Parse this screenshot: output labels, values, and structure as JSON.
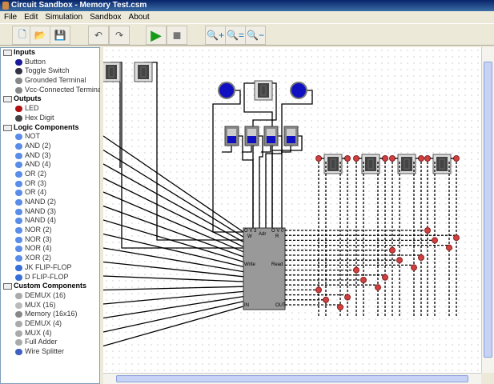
{
  "window": {
    "title": "Circuit Sandbox - Memory Test.csm"
  },
  "menu": [
    "File",
    "Edit",
    "Simulation",
    "Sandbox",
    "About"
  ],
  "toolbar": [
    {
      "name": "new-icon",
      "glyph": "🗋"
    },
    {
      "name": "open-icon",
      "glyph": "📂"
    },
    {
      "name": "save-icon",
      "glyph": "💾"
    },
    {
      "name": "undo-icon",
      "glyph": "↶"
    },
    {
      "name": "redo-icon",
      "glyph": "↷"
    },
    {
      "name": "run-icon",
      "glyph": "▶"
    },
    {
      "name": "stop-icon",
      "glyph": "■"
    },
    {
      "name": "zoom-in-icon",
      "glyph": "🔍+"
    },
    {
      "name": "zoom-reset-icon",
      "glyph": "🔍="
    },
    {
      "name": "zoom-out-icon",
      "glyph": "🔍−"
    }
  ],
  "tree": [
    {
      "type": "cat",
      "label": "Inputs"
    },
    {
      "type": "leaf",
      "label": "Button",
      "color": "#1a1a9a"
    },
    {
      "type": "leaf",
      "label": "Toggle Switch",
      "color": "#334"
    },
    {
      "type": "leaf",
      "label": "Grounded Terminal",
      "color": "#888"
    },
    {
      "type": "leaf",
      "label": "Vcc-Connected Terminal",
      "color": "#888"
    },
    {
      "type": "cat",
      "label": "Outputs"
    },
    {
      "type": "leaf",
      "label": "LED",
      "color": "#b01010"
    },
    {
      "type": "leaf",
      "label": "Hex Digit",
      "color": "#444"
    },
    {
      "type": "cat",
      "label": "Logic Components"
    },
    {
      "type": "leaf",
      "label": "NOT",
      "color": "#5b8de8"
    },
    {
      "type": "leaf",
      "label": "AND (2)",
      "color": "#5b8de8"
    },
    {
      "type": "leaf",
      "label": "AND (3)",
      "color": "#5b8de8"
    },
    {
      "type": "leaf",
      "label": "AND (4)",
      "color": "#5b8de8"
    },
    {
      "type": "leaf",
      "label": "OR (2)",
      "color": "#5b8de8"
    },
    {
      "type": "leaf",
      "label": "OR (3)",
      "color": "#5b8de8"
    },
    {
      "type": "leaf",
      "label": "OR (4)",
      "color": "#5b8de8"
    },
    {
      "type": "leaf",
      "label": "NAND (2)",
      "color": "#5b8de8"
    },
    {
      "type": "leaf",
      "label": "NAND (3)",
      "color": "#5b8de8"
    },
    {
      "type": "leaf",
      "label": "NAND (4)",
      "color": "#5b8de8"
    },
    {
      "type": "leaf",
      "label": "NOR (2)",
      "color": "#5b8de8"
    },
    {
      "type": "leaf",
      "label": "NOR (3)",
      "color": "#5b8de8"
    },
    {
      "type": "leaf",
      "label": "NOR (4)",
      "color": "#5b8de8"
    },
    {
      "type": "leaf",
      "label": "XOR (2)",
      "color": "#5b8de8"
    },
    {
      "type": "leaf",
      "label": "JK FLIP-FLOP",
      "color": "#3a6fd8"
    },
    {
      "type": "leaf",
      "label": "D FLIP-FLOP",
      "color": "#3a6fd8"
    },
    {
      "type": "cat",
      "label": "Custom Components"
    },
    {
      "type": "leaf",
      "label": "DEMUX (16)",
      "color": "#aaa"
    },
    {
      "type": "leaf",
      "label": "MUX (16)",
      "color": "#bbb"
    },
    {
      "type": "leaf",
      "label": "Memory (16x16)",
      "color": "#888"
    },
    {
      "type": "leaf",
      "label": "DEMUX (4)",
      "color": "#aaa"
    },
    {
      "type": "leaf",
      "label": "MUX (4)",
      "color": "#aaa"
    },
    {
      "type": "leaf",
      "label": "Full Adder",
      "color": "#aaa"
    },
    {
      "type": "leaf",
      "label": "Wire Splitter",
      "color": "#4060c0"
    }
  ],
  "memory": {
    "labels": {
      "w": "W",
      "adr": "Adr",
      "r": "R",
      "write": "Write",
      "read": "Read",
      "in": "IN",
      "out": "OUT"
    },
    "pin_top": "O V 3",
    "pin_top_r": "O V 0"
  },
  "colors": {
    "wire": "#000",
    "pin": "#d04040",
    "button": "#1010c0",
    "memory": "#999999"
  }
}
